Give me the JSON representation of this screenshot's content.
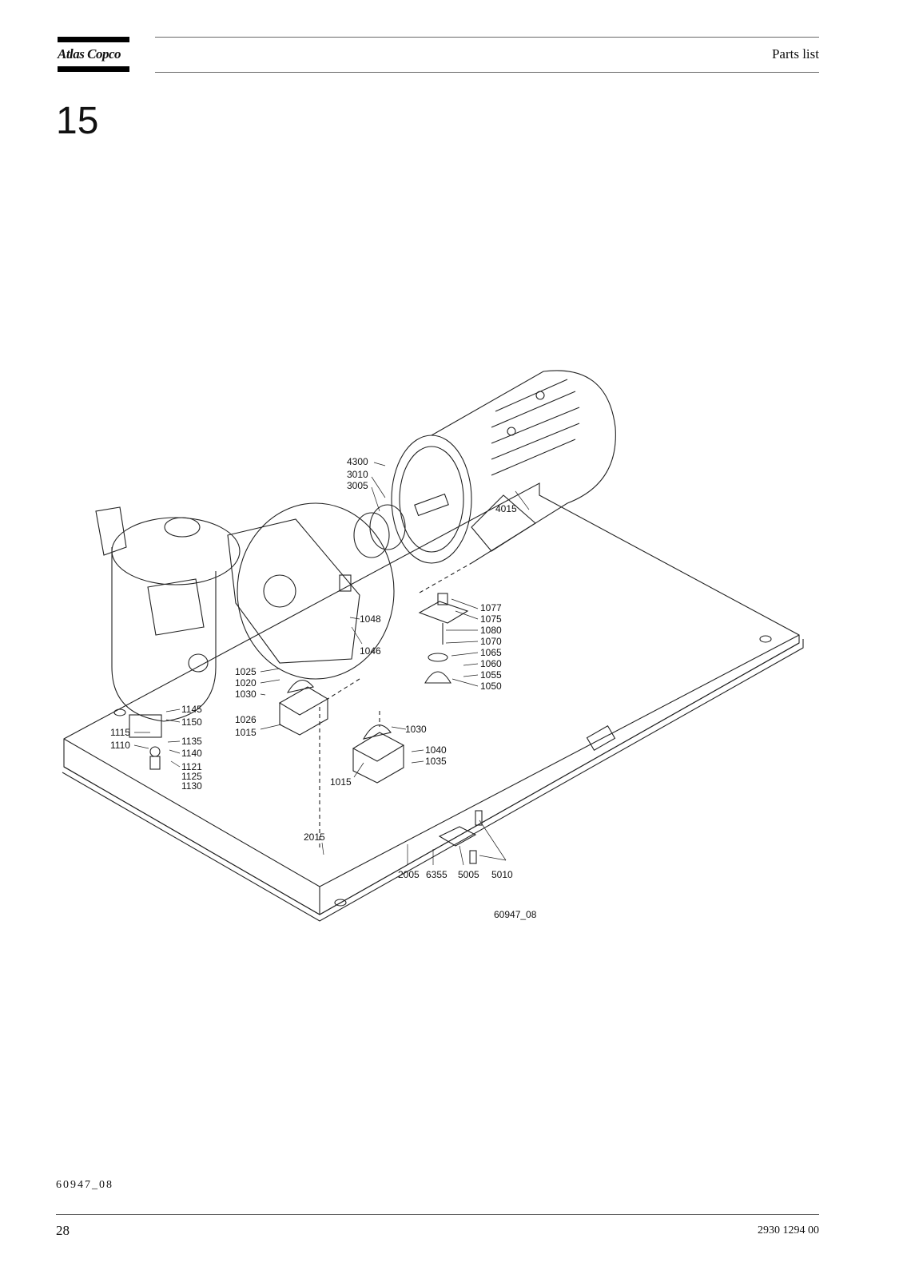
{
  "header": {
    "brand": "Atlas Copco",
    "title": "Parts list"
  },
  "section_number": "15",
  "drawing": {
    "figure_code": "60947_08",
    "callouts": {
      "c4300": "4300",
      "c3010": "3010",
      "c3005": "3005",
      "c4015": "4015",
      "c1048": "1048",
      "c1046": "1046",
      "c1077": "1077",
      "c1075": "1075",
      "c1080": "1080",
      "c1070": "1070",
      "c1065": "1065",
      "c1060": "1060",
      "c1055": "1055",
      "c1050": "1050",
      "c1025": "1025",
      "c1020": "1020",
      "c1030a": "1030",
      "c1026": "1026",
      "c1015a": "1015",
      "c1030b": "1030",
      "c1040": "1040",
      "c1035": "1035",
      "c1015b": "1015",
      "c1145": "1145",
      "c1150": "1150",
      "c1115": "1115",
      "c1110": "1110",
      "c1135": "1135",
      "c1140": "1140",
      "c1121": "1121",
      "c1125": "1125",
      "c1130": "1130",
      "c2015": "2015",
      "c2005": "2005",
      "c6355": "6355",
      "c5005": "5005",
      "c5010": "5010"
    }
  },
  "footer": {
    "figure_code": "60947_08",
    "page_number": "28",
    "document_number": "2930 1294 00"
  }
}
